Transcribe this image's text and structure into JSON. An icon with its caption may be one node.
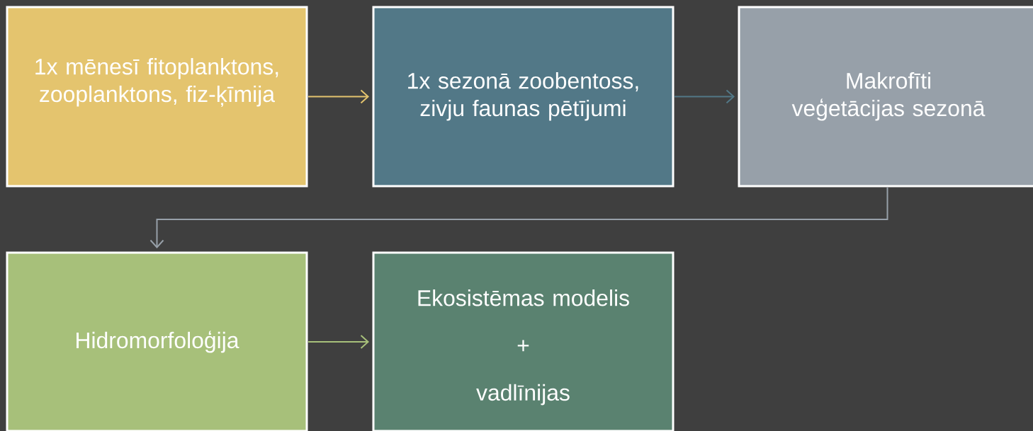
{
  "diagram": {
    "nodes": [
      {
        "text": [
          "1x mēnesī fitoplanktons, zooplanktons, fiz-ķīmija"
        ]
      },
      {
        "text": [
          "1x sezonā zoobentoss, zivju faunas pētījumi"
        ]
      },
      {
        "text": [
          "Makrofīti veģetācijas sezonā"
        ]
      },
      {
        "text": [
          "Hidromorfoloģija"
        ]
      },
      {
        "text": [
          "Ekosistēmas modelis",
          "+",
          "vadlīnijas"
        ]
      }
    ],
    "edges": [
      {
        "from": 0,
        "to": 1,
        "arrow": "to",
        "color": "#e4c46e"
      },
      {
        "from": 1,
        "to": 2,
        "arrow": "to",
        "color": "#527887"
      },
      {
        "from": 2,
        "to": 3,
        "arrow": "to",
        "color": "#97a0a9"
      },
      {
        "from": 3,
        "to": 4,
        "arrow": "to",
        "color": "#a7c07a"
      }
    ]
  }
}
